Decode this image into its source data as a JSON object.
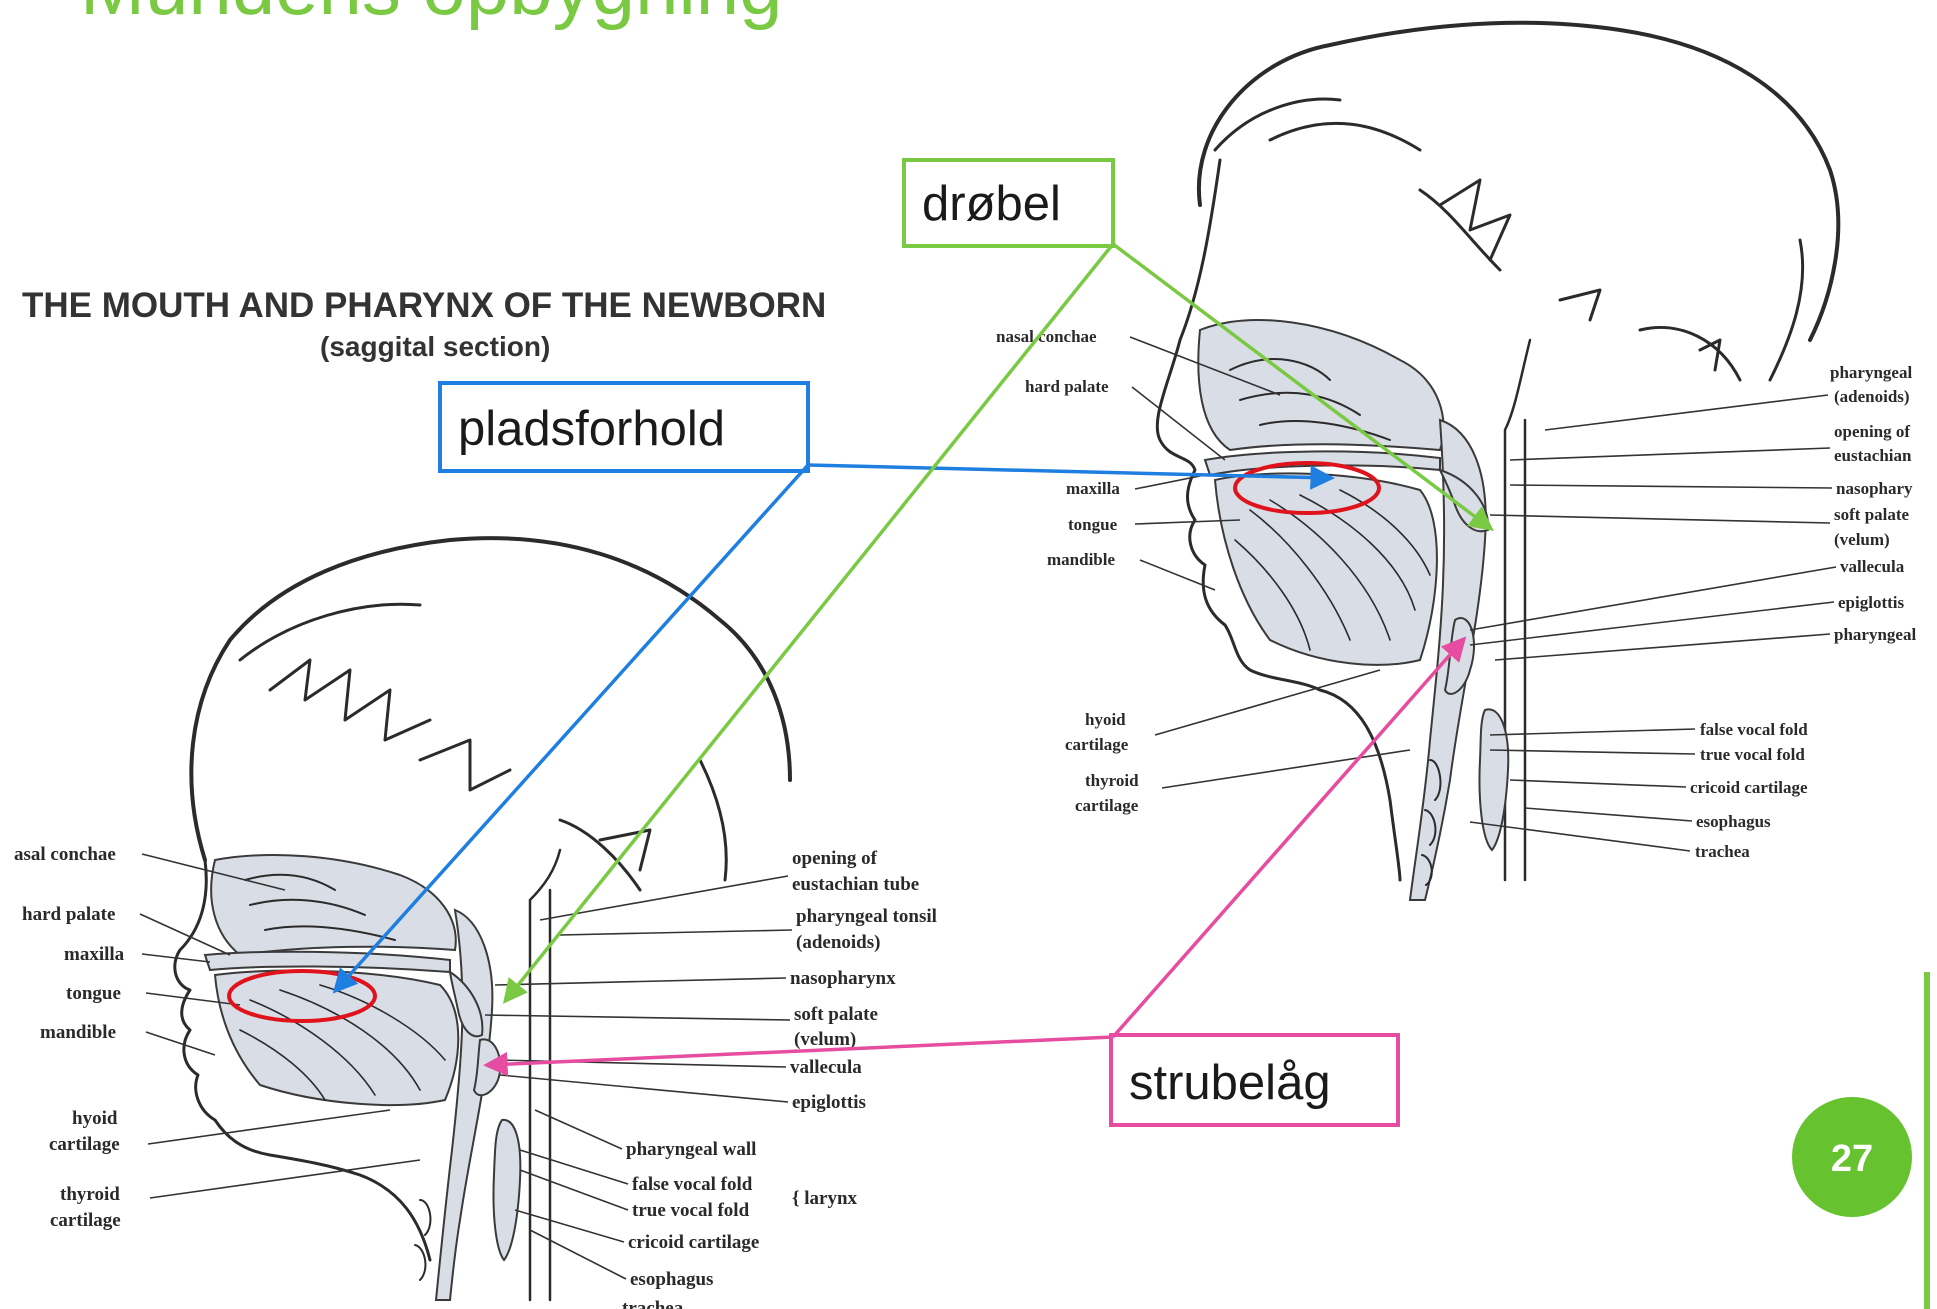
{
  "slide": {
    "title": "Mundens opbygning",
    "page_number": "27",
    "accent_color": "#7ac943",
    "page_badge_color": "#66c22e"
  },
  "newborn": {
    "heading": "THE MOUTH AND PHARYNX OF THE NEWBORN",
    "subheading": "(saggital section)",
    "left_labels": {
      "nasal_conchae": "asal conchae",
      "hard_palate": "hard palate",
      "maxilla": "maxilla",
      "tongue": "tongue",
      "mandible": "mandible",
      "hyoid_1": "hyoid",
      "hyoid_2": "cartilage",
      "thyroid_1": "thyroid",
      "thyroid_2": "cartilage"
    },
    "right_labels": {
      "eustachian_1": "opening of",
      "eustachian_2": "eustachian tube",
      "tonsil_1": "pharyngeal tonsil",
      "tonsil_2": "(adenoids)",
      "nasopharynx": "nasopharynx",
      "soft_palate_1": "soft palate",
      "soft_palate_2": "(velum)",
      "vallecula": "vallecula",
      "epiglottis": "epiglottis",
      "pharyngeal_wall": "pharyngeal wall",
      "false_vocal_fold": "false vocal fold",
      "true_vocal_fold": "true vocal fold",
      "larynx": "{ larynx",
      "cricoid": "cricoid cartilage",
      "esophagus": "esophagus",
      "trachea": "trachea"
    }
  },
  "adult": {
    "left_labels": {
      "nasal_conchae": "nasal conchae",
      "hard_palate": "hard palate",
      "maxilla": "maxilla",
      "tongue": "tongue",
      "mandible": "mandible",
      "hyoid_1": "hyoid",
      "hyoid_2": "cartilage",
      "thyroid_1": "thyroid",
      "thyroid_2": "cartilage"
    },
    "right_labels": {
      "tonsil_1": "pharyngeal",
      "tonsil_2": "(adenoids)",
      "eustachian_1": "opening of",
      "eustachian_2": "eustachian",
      "nasopharynx": "nasophary",
      "soft_palate_1": "soft palate",
      "soft_palate_2": "(velum)",
      "vallecula": "vallecula",
      "epiglottis": "epiglottis",
      "pharyngeal": "pharyngeal",
      "false_vocal_fold": "false vocal fold",
      "true_vocal_fold": "true vocal fold",
      "cricoid": "cricoid cartilage",
      "esophagus": "esophagus",
      "trachea": "trachea"
    }
  },
  "callouts": {
    "pladsforhold": {
      "text": "pladsforhold",
      "color": "#1f7fe0"
    },
    "drobel": {
      "text": "drøbel",
      "color": "#7ac943"
    },
    "strubelag": {
      "text": "strubelåg",
      "color": "#e64ca0"
    },
    "highlight_color": "#e0121b"
  }
}
